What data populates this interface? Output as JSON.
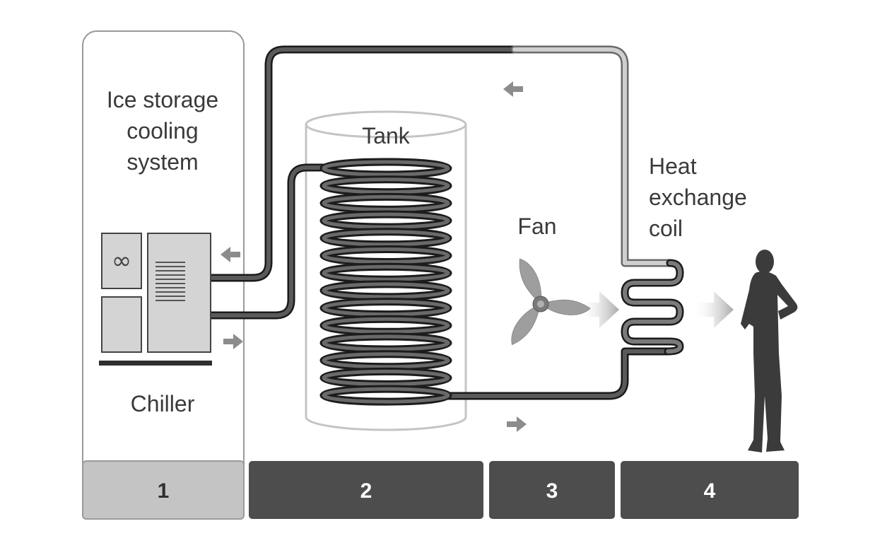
{
  "labels": {
    "system_title": [
      "Ice storage",
      "cooling",
      "system"
    ],
    "chiller": "Chiller",
    "tank": "Tank",
    "fan": "Fan",
    "heat_exchange_coil": [
      "Heat",
      "exchange",
      "coil"
    ]
  },
  "chiller_panel_symbol": "∞",
  "stages": [
    {
      "number": "1"
    },
    {
      "number": "2"
    },
    {
      "number": "3"
    },
    {
      "number": "4"
    }
  ],
  "colors": {
    "pipe_dark": "#4a4a4a",
    "pipe_light": "#b8b8b8",
    "stage_light": "#c4c4c4",
    "stage_dark": "#4d4d4d",
    "arrow": "#8c8c8c",
    "silhouette": "#3b3b3b"
  }
}
